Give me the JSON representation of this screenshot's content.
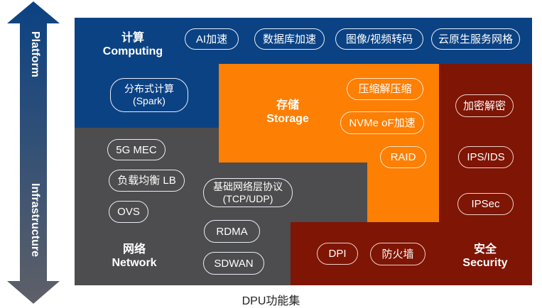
{
  "axis": {
    "top_label": "Platform",
    "bottom_label": "Infrastructure",
    "arrow_top_color": "#0b4283",
    "arrow_bottom_color": "#5a5d66"
  },
  "colors": {
    "computing": "#0b4283",
    "network": "#4d4c4e",
    "storage": "#fd7f04",
    "security": "#7e1505"
  },
  "computing": {
    "title_cn": "计算",
    "title_en": "Computing",
    "items": [
      "AI加速",
      "数据库加速",
      "图像/视频转码",
      "云原生服务网格"
    ],
    "spark": {
      "line1": "分布式计算",
      "line2": "(Spark)"
    }
  },
  "storage": {
    "title_cn": "存储",
    "title_en": "Storage",
    "items": [
      "压缩解压缩",
      "NVMe oF加速",
      "RAID"
    ]
  },
  "security": {
    "title_cn": "安全",
    "title_en": "Security",
    "items": [
      "加密解密",
      "IPS/IDS",
      "IPSec",
      "DPI",
      "防火墙"
    ]
  },
  "network": {
    "title_cn": "网络",
    "title_en": "Network",
    "items": [
      "5G MEC",
      "负载均衡 LB",
      "OVS",
      "RDMA",
      "SDWAN"
    ],
    "protocol": {
      "line1": "基础网络层协议",
      "line2": "(TCP/UDP)"
    }
  },
  "caption": "DPU功能集"
}
